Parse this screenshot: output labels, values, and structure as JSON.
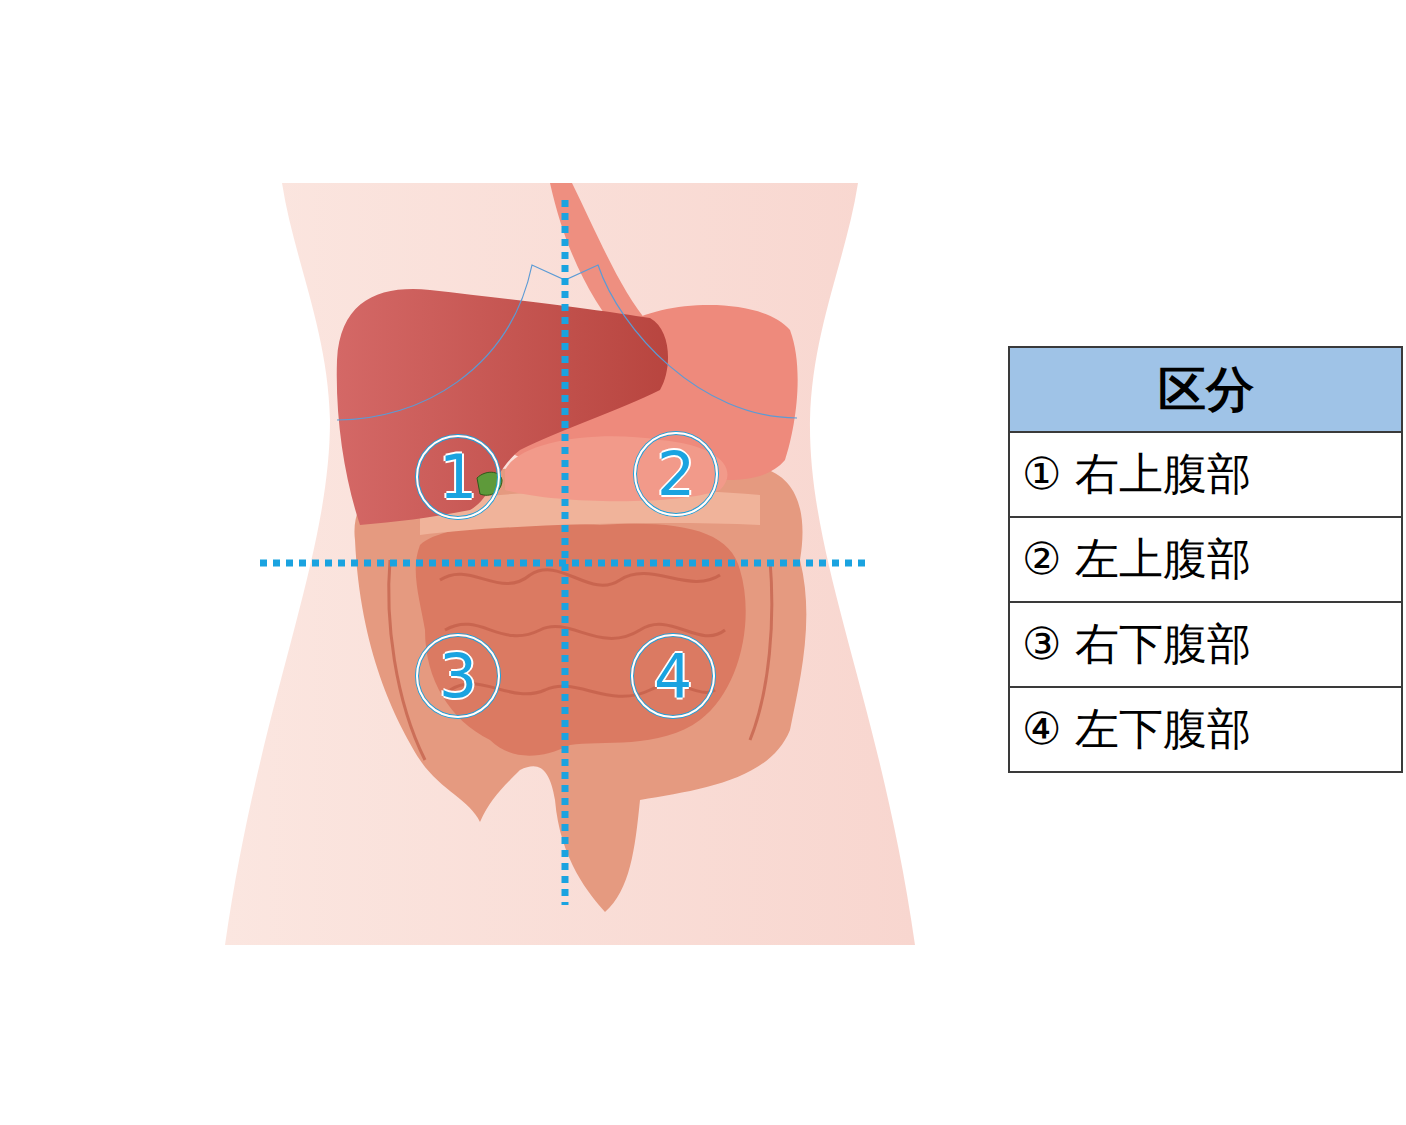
{
  "diagram": {
    "nodes": [
      {
        "text": [
          "1"
        ]
      },
      {
        "text": [
          "2"
        ]
      },
      {
        "text": [
          "3"
        ]
      },
      {
        "text": [
          "4"
        ]
      }
    ],
    "labels": [
      "区分",
      "① 右上腹部",
      "② 左上腹部",
      "③ 右下腹部",
      "④ 左下腹部"
    ]
  }
}
